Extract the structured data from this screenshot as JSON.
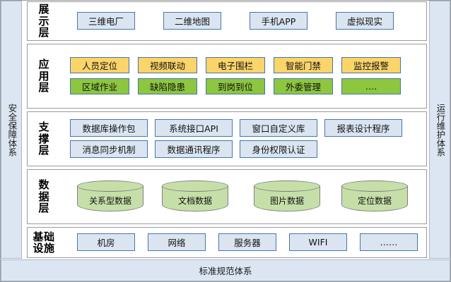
{
  "frame": {
    "left_band_label": "安全保障体系",
    "right_band_label": "运行维护体系",
    "bottom_band_label": "标准规范体系"
  },
  "colors": {
    "band_fill": "#dce6f2",
    "band_border": "#a6b7cc",
    "box_blue_fill": "#dbe5f1",
    "box_blue_border": "#4576ab",
    "box_orange_fill": "#fbd46a",
    "box_green_fill": "#8dc63f",
    "cylinder_fill": "#c6dfa9",
    "cylinder_border": "#7f7f7f",
    "layer_border": "#9b9b9b"
  },
  "layers": [
    {
      "key": "display",
      "label": "展示层",
      "label_chars": [
        "展",
        "示",
        "层"
      ],
      "rows": [
        {
          "style": "blue",
          "items": [
            {
              "label": "三维电厂"
            },
            {
              "label": "二维地图"
            },
            {
              "label": "手机APP"
            },
            {
              "label": "虚拟现实"
            }
          ]
        }
      ]
    },
    {
      "key": "application",
      "label": "应用层",
      "label_chars": [
        "应",
        "用",
        "层"
      ],
      "rows": [
        {
          "style": "orange",
          "items": [
            {
              "label": "人员定位"
            },
            {
              "label": "视频联动"
            },
            {
              "label": "电子围栏"
            },
            {
              "label": "智能门禁"
            },
            {
              "label": "监控报警"
            }
          ]
        },
        {
          "style": "green",
          "items": [
            {
              "label": "区域作业"
            },
            {
              "label": "缺陷隐患"
            },
            {
              "label": "到岗到位"
            },
            {
              "label": "外委管理"
            },
            {
              "label": "…."
            }
          ]
        }
      ]
    },
    {
      "key": "support",
      "label": "支撑层",
      "label_chars": [
        "支",
        "撑",
        "层"
      ],
      "rows": [
        {
          "style": "blue",
          "items": [
            {
              "label": "数据库操作包"
            },
            {
              "label": "系统接口API"
            },
            {
              "label": "窗口自定义库"
            },
            {
              "label": "报表设计程序"
            }
          ]
        },
        {
          "style": "blue",
          "items": [
            {
              "label": "消息同步机制"
            },
            {
              "label": "数据通讯程序"
            },
            {
              "label": "身份权限认证"
            }
          ]
        }
      ]
    },
    {
      "key": "data",
      "label": "数据层",
      "label_chars": [
        "数",
        "据",
        "层"
      ],
      "rows": [
        {
          "style": "cylinder",
          "items": [
            {
              "label": "关系型数据"
            },
            {
              "label": "文档数据"
            },
            {
              "label": "图片数据"
            },
            {
              "label": "定位数据"
            }
          ]
        }
      ]
    },
    {
      "key": "infrastructure",
      "label": "基础设施",
      "label_chars": [
        "基础",
        "设施"
      ],
      "rows": [
        {
          "style": "blue",
          "items": [
            {
              "label": "机房"
            },
            {
              "label": "网络"
            },
            {
              "label": "服务器"
            },
            {
              "label": "WIFI"
            },
            {
              "label": "……"
            }
          ]
        }
      ]
    }
  ]
}
